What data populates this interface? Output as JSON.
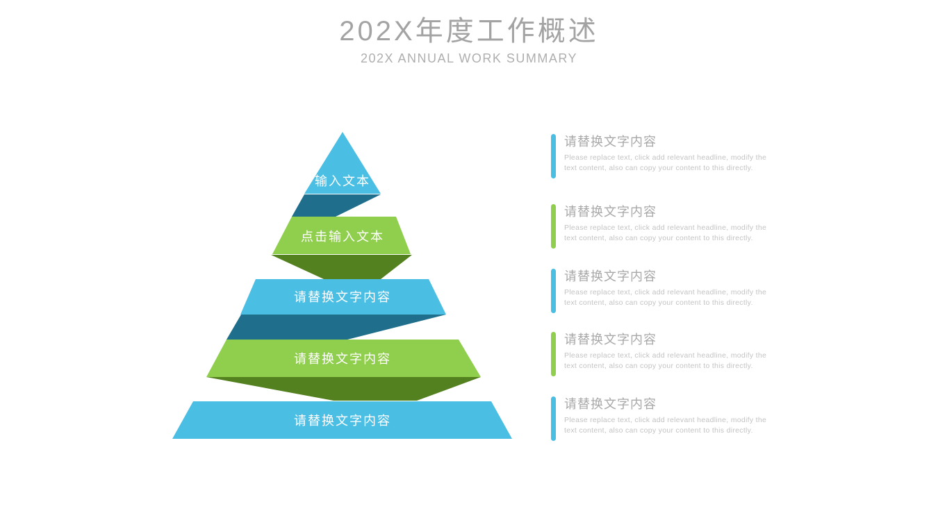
{
  "header": {
    "title": "202X年度工作概述",
    "subtitle": "202X ANNUAL WORK SUMMARY"
  },
  "pyramid": {
    "levels": [
      {
        "label": "输入文本",
        "color": "#4bbee3"
      },
      {
        "label": "点击输入文本",
        "color": "#90ce4d"
      },
      {
        "label": "请替换文字内容",
        "color": "#4bbee3"
      },
      {
        "label": "请替换文字内容",
        "color": "#90ce4d"
      },
      {
        "label": "请替换文字内容",
        "color": "#4bbee3"
      }
    ],
    "fold_colors": {
      "teal": "#1f6e8c",
      "green": "#54811f"
    }
  },
  "list": {
    "items": [
      {
        "heading": "请替换文字内容",
        "accent": "#4bbee3",
        "body_lines": [
          "Please replace text, click add relevant headline, modify the",
          "text content, also can copy your content to this directly."
        ]
      },
      {
        "heading": "请替换文字内容",
        "accent": "#90ce4d",
        "body_lines": [
          "Please replace text, click add relevant headline, modify the",
          "text content, also can copy your content to this directly."
        ]
      },
      {
        "heading": "请替换文字内容",
        "accent": "#4bbee3",
        "body_lines": [
          "Please replace text, click add relevant headline, modify the",
          "text content, also can copy your content to this directly."
        ]
      },
      {
        "heading": "请替换文字内容",
        "accent": "#90ce4d",
        "body_lines": [
          "Please replace text, click add relevant headline, modify the",
          "text content, also can copy your content to this directly."
        ]
      },
      {
        "heading": "请替换文字内容",
        "accent": "#4bbee3",
        "body_lines": [
          "Please replace text, click add relevant headline, modify the",
          "text content, also can copy your content to this directly."
        ]
      }
    ]
  }
}
